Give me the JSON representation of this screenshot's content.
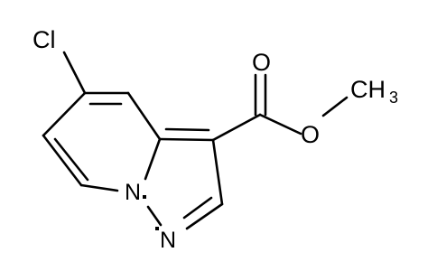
{
  "molecule": {
    "atoms": {
      "chlorine": "Cl",
      "carbonyl_oxygen": "O",
      "ester_oxygen": "O",
      "methyl": "CH",
      "methyl_subscript": "3",
      "bridgehead_nitrogen": "N",
      "pyrazole_nitrogen": "N"
    },
    "colors": {
      "bonds": "#000000",
      "labels": "#000000",
      "background": "#ffffff"
    }
  }
}
